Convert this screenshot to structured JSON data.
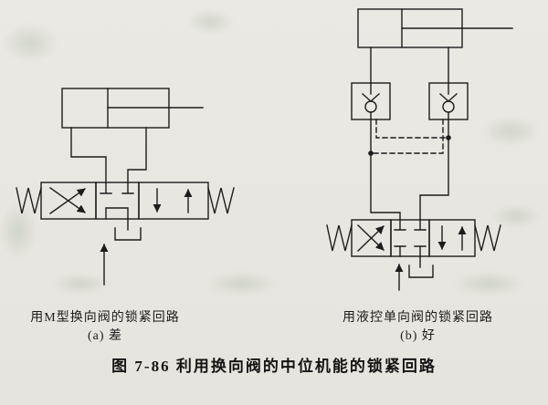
{
  "figure": {
    "caption": "图 7-86  利用换向阀的中位机能的锁紧回路",
    "diagram_a": {
      "label": "用M型换向阀的锁紧回路",
      "rating": "(a) 差"
    },
    "diagram_b": {
      "label": "用液控单向阀的锁紧回路",
      "rating": "(b) 好"
    },
    "colors": {
      "ink": "#1c1c1c",
      "paper": "#e9e7e2",
      "bleedthrough": "#7a967a"
    },
    "symbols": [
      "hydraulic-cylinder",
      "three-position-four-way-directional-valve",
      "m-type-center-position",
      "closed-center-position",
      "pilot-operated-check-valve",
      "return-spring",
      "tank-drain",
      "pressure-supply-arrow",
      "dashed-pilot-line"
    ]
  }
}
